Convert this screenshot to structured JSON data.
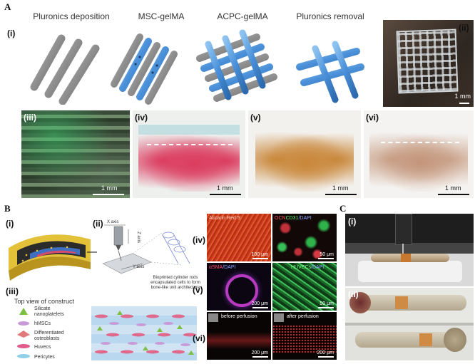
{
  "panels": {
    "A": {
      "letter": "A",
      "steps": [
        "Pluronics deposition",
        "MSC-gelMA",
        "ACPC-gelMA",
        "Pluronics removal"
      ],
      "roman": [
        "(i)",
        "(ii)",
        "(iii)",
        "(iv)",
        "(v)",
        "(vi)"
      ],
      "scale": "1 mm"
    },
    "B": {
      "letter": "B",
      "roman": [
        "(i)",
        "(ii)",
        "(iii)",
        "(iv)",
        "(v)",
        "(vi)"
      ],
      "axes": {
        "x": "X axis",
        "y": "Y axis",
        "z": "Z axis"
      },
      "caption": "Bioprinted cylinder rods encapsulated cells to form bone-like unit architecture",
      "top_view_title": "Top view of construct",
      "legend": [
        "Silicate nanoplatelets",
        "hMSCs",
        "Differentiated osteoblasts",
        "Huvecs",
        "Pericytes"
      ],
      "tiles": {
        "alizarin": "Alizarin Red S",
        "ocn_cd31_dapi": [
          "OCN",
          "CD31",
          "/DAPI"
        ],
        "asma_dapi": [
          "αSMA",
          "/DAPI"
        ],
        "huvecs_dapi": [
          "HUVECs",
          "/DAPI"
        ],
        "before": "before perfusion",
        "after": "after perfusion"
      },
      "scales": {
        "s100": "100 μm",
        "s50": "50 μm",
        "s200": "200 μm"
      }
    },
    "C": {
      "letter": "C",
      "roman": [
        "(i)",
        "(ii)"
      ]
    }
  },
  "colors": {
    "blue_rod": "#4a90d9",
    "gray_rod": "#8c8c8c",
    "stain_red": "#d9284f",
    "stain_brown": "#c9873a"
  }
}
